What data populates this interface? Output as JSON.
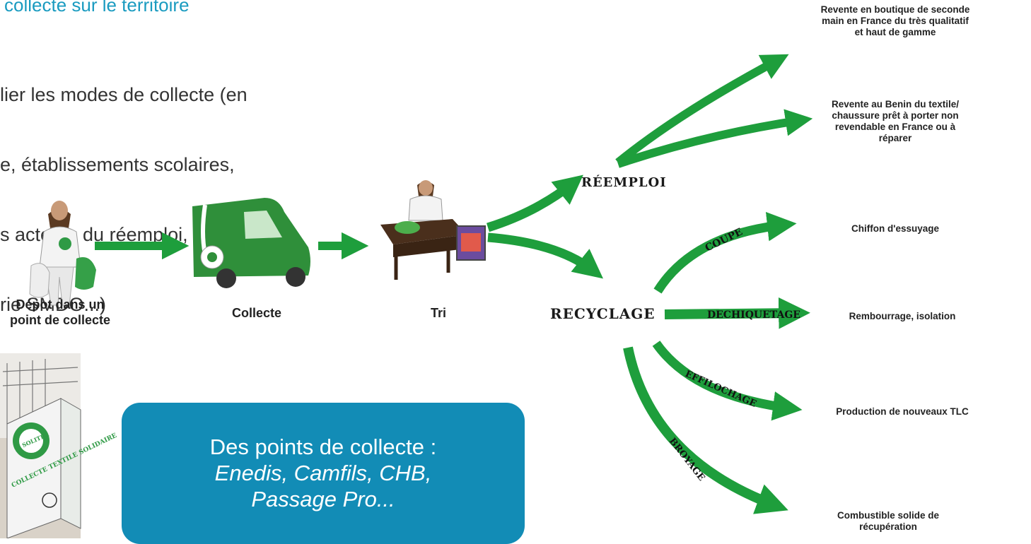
{
  "header": {
    "title": "collecte sur le territoire",
    "body_lines": [
      "lier les modes de collecte (en",
      "e, établissements scolaires,",
      "s acteurs du réemploi, en",
      "rie SMDO...)"
    ]
  },
  "stages": {
    "depot": [
      "Dépot dans un",
      "point de collecte"
    ],
    "collecte": "Collecte",
    "tri": "Tri"
  },
  "branches": {
    "reemploi": "RÉEMPLOI",
    "recyclage": "RECYCLAGE"
  },
  "processes": {
    "coupe": "COUPE",
    "dechiquetage": "DECHIQUETAGE",
    "effilochage": "EFFILOCHAGE",
    "broyage": "BROYAGE"
  },
  "outcomes": {
    "boutique": [
      "Revente en boutique de seconde",
      "main en France du très qualitatif",
      "et haut de gamme"
    ],
    "benin": [
      "Revente au Benin du textile/",
      "chaussure prêt à porter non",
      "revendable en France ou à",
      "réparer"
    ],
    "chiffon": "Chiffon d'essuyage",
    "rembourrage": "Rembourrage, isolation",
    "production": "Production de nouveaux TLC",
    "combustible": [
      "Combustible solide de",
      "récupération"
    ]
  },
  "photo": {
    "logo_text": "SOLITEX",
    "bin_text": "COLLECTE TEXTILE SOLIDAIRE"
  },
  "callout": {
    "line1": "Des points de collecte :",
    "line2": "Enedis, Camfils, CHB,",
    "line3": "Passage Pro..."
  },
  "colors": {
    "arrow": "#1e9e3c",
    "callout": "#128cb6",
    "heading": "#1a9bc0",
    "truck": "#2f8f3a"
  }
}
